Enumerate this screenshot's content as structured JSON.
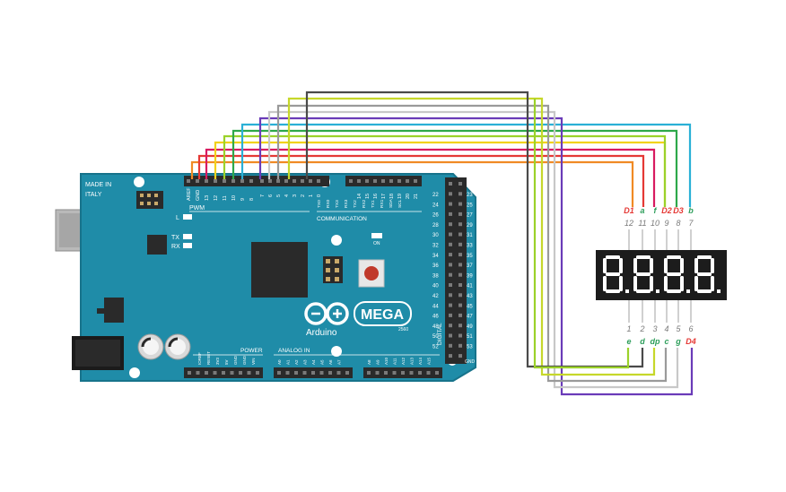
{
  "board": {
    "made_in_line1": "MADE IN",
    "made_in_line2": "ITALY",
    "logo_word": "MEGA",
    "brand": "Arduino",
    "model": "2560",
    "pwm_label": "PWM",
    "communication_label": "COMMUNICATION",
    "power_label": "POWER",
    "analog_label": "ANALOG IN",
    "digital_label": "DIGITAL",
    "gnd_label": "GND",
    "led_l": "L",
    "led_tx": "TX",
    "led_rx": "RX",
    "led_on": "ON",
    "top_header_left": [
      "AREF",
      "GND",
      "13",
      "12",
      "11",
      "10",
      "9",
      "8"
    ],
    "top_header_right": [
      "7",
      "6",
      "5",
      "4",
      "3",
      "2",
      "1",
      "0"
    ],
    "comm_header": [
      "TX0",
      "RX0",
      "TX3",
      "RX3",
      "TX2",
      "RX2",
      "TX1",
      "RX1",
      "SDA",
      "SCL"
    ],
    "comm_numbers": [
      "14",
      "15",
      "16",
      "17",
      "18",
      "19",
      "20",
      "21"
    ],
    "power_header": [
      "IOREF",
      "RESET",
      "3V3",
      "5V",
      "GND",
      "GND",
      "VIN"
    ],
    "analog_header": [
      "A0",
      "A1",
      "A2",
      "A3",
      "A4",
      "A5",
      "A6",
      "A7"
    ],
    "analog_header2": [
      "A8",
      "A9",
      "A10",
      "A11",
      "A12",
      "A13",
      "A14",
      "A15"
    ],
    "digital_right_even": [
      "22",
      "24",
      "26",
      "28",
      "30",
      "32",
      "34",
      "36",
      "38",
      "40",
      "42",
      "44",
      "46",
      "48",
      "50",
      "52"
    ],
    "digital_right_odd": [
      "23",
      "25",
      "27",
      "29",
      "31",
      "33",
      "35",
      "37",
      "39",
      "41",
      "43",
      "45",
      "47",
      "49",
      "51",
      "53"
    ]
  },
  "display": {
    "top_labels": [
      {
        "text": "D1",
        "color": "#e53935"
      },
      {
        "text": "a",
        "color": "#2e9e5b"
      },
      {
        "text": "f",
        "color": "#2e9e5b"
      },
      {
        "text": "D2",
        "color": "#e53935"
      },
      {
        "text": "D3",
        "color": "#e53935"
      },
      {
        "text": "b",
        "color": "#2e9e5b"
      }
    ],
    "top_pins": [
      "12",
      "11",
      "10",
      "9",
      "8",
      "7"
    ],
    "bottom_pins": [
      "1",
      "2",
      "3",
      "4",
      "5",
      "6"
    ],
    "bottom_labels": [
      {
        "text": "e",
        "color": "#2e9e5b"
      },
      {
        "text": "d",
        "color": "#2e9e5b"
      },
      {
        "text": "dp",
        "color": "#2e9e5b"
      },
      {
        "text": "c",
        "color": "#2e9e5b"
      },
      {
        "text": "g",
        "color": "#2e9e5b"
      },
      {
        "text": "D4",
        "color": "#e53935"
      }
    ]
  },
  "wire_colors": {
    "orange": "#f08a24",
    "red": "#e53935",
    "magenta": "#d81b60",
    "yellow": "#f2d21b",
    "lime": "#9bd22a",
    "green": "#2ea84a",
    "cyan": "#2ab0d6",
    "purple": "#6a3bb8",
    "light_gray": "#c8c8c8",
    "gray": "#9a9a9a",
    "yellow_green": "#c6d72a",
    "dark_gray": "#4a4a4a"
  },
  "colors": {
    "board": "#1f8ca8",
    "board_dark": "#17738b",
    "header": "#2a2a2a",
    "display": "#1c1c1c",
    "segment": "#ffffff"
  }
}
